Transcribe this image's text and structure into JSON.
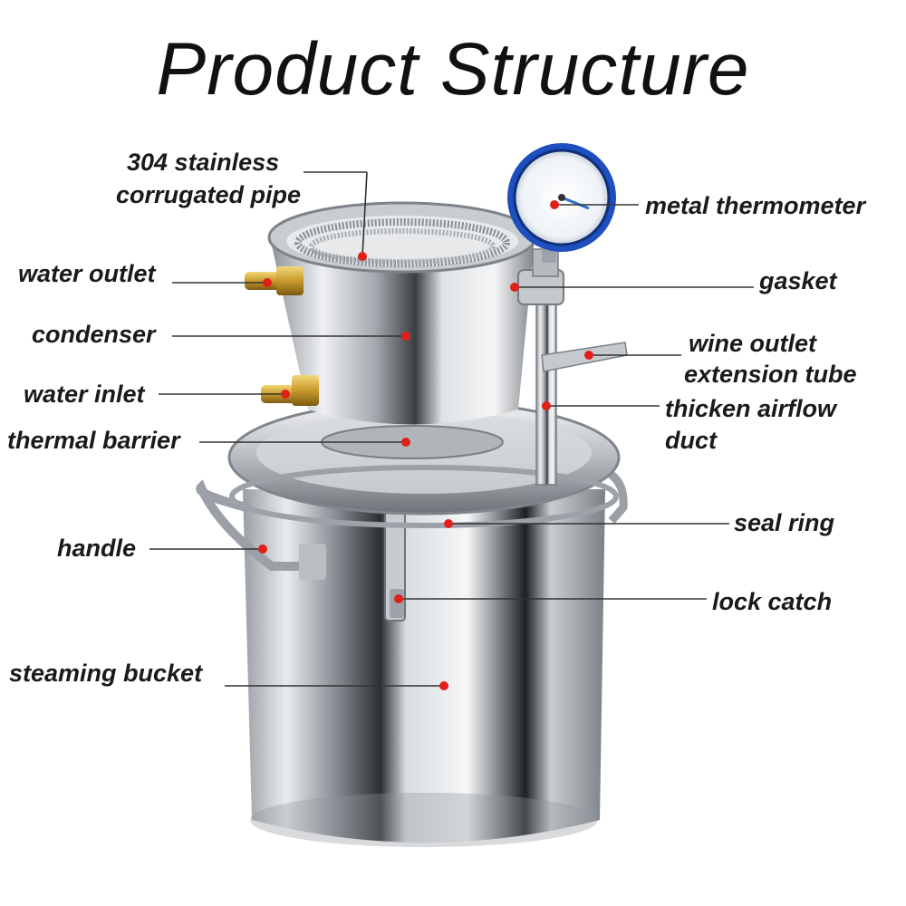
{
  "title": "Product Structure",
  "labels": {
    "corrugated_pipe_1": "304 stainless",
    "corrugated_pipe_2": "corrugated pipe",
    "water_outlet": "water outlet",
    "condenser": "condenser",
    "water_inlet": "water inlet",
    "thermal_barrier": "thermal barrier",
    "handle": "handle",
    "steaming_bucket": "steaming bucket",
    "metal_thermometer": "metal thermometer",
    "gasket": "gasket",
    "wine_outlet_1": "wine outlet",
    "wine_outlet_2": "extension tube",
    "airflow_duct_1": "thicken airflow",
    "airflow_duct_2": "duct",
    "seal_ring": "seal ring",
    "lock_catch": "lock catch"
  },
  "colors": {
    "marker": "#e0201b",
    "leader": "#333333",
    "gauge_blue": "#1f4fbf",
    "brass": "#c89a2c"
  }
}
